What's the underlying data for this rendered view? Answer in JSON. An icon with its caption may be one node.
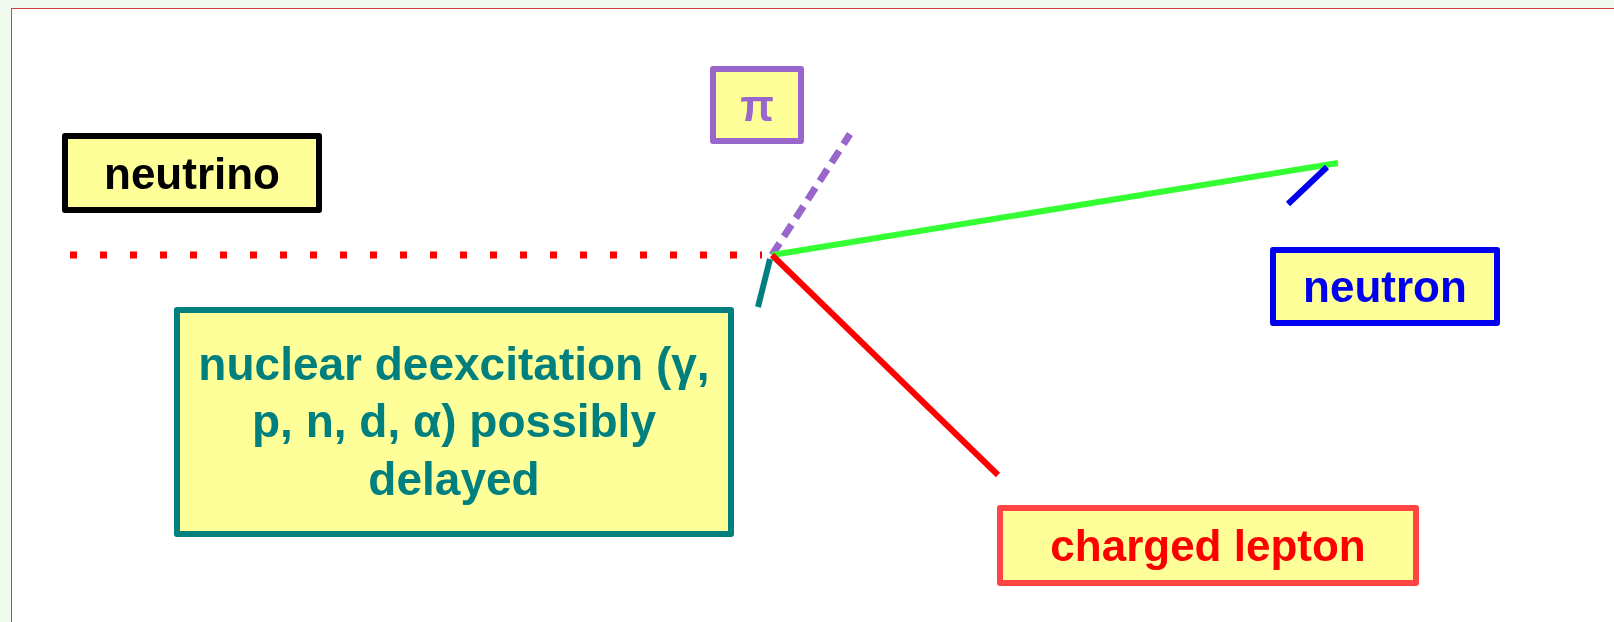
{
  "diagram": {
    "nodes": [
      {
        "text": [
          "π"
        ]
      },
      {
        "text": [
          "neutrino"
        ]
      },
      {
        "text": [
          "neutron"
        ]
      },
      {
        "text": [
          "nuclear deexcitation (γ, p, n, d, α) possibly delayed"
        ]
      },
      {
        "text": [
          "charged lepton"
        ]
      }
    ]
  }
}
